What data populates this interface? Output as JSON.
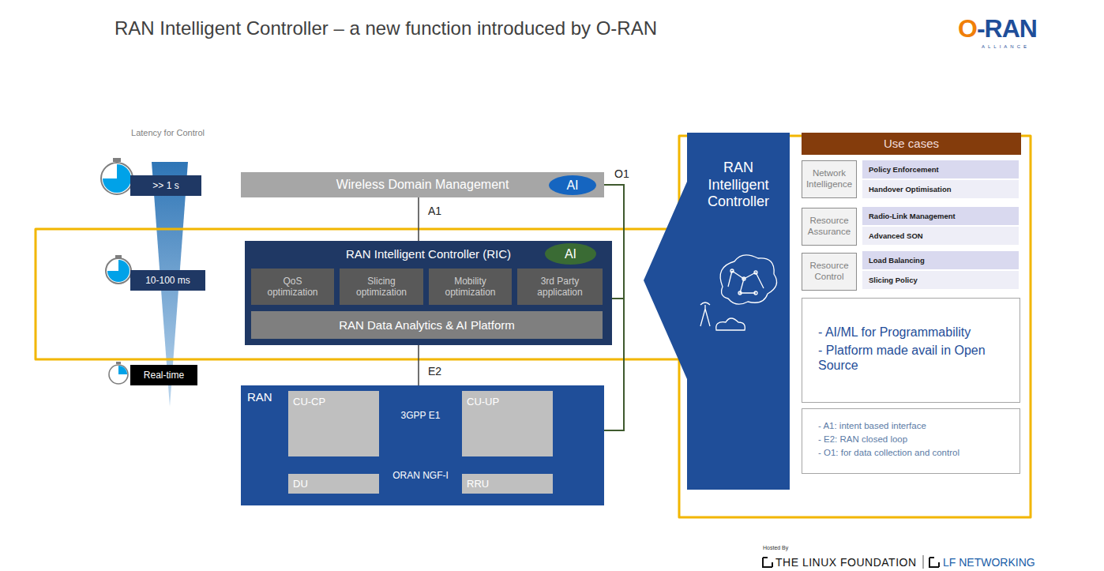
{
  "diagram": {
    "title": "RAN Intelligent Controller – a new function introduced by O-RAN",
    "nodes": [
      {
        "text": [
          "Wireless Domain Management"
        ]
      },
      {
        "text": [
          "AI"
        ],
        "in": 0
      },
      {
        "text": [
          "RAN Intelligent Controller (RIC)"
        ]
      },
      {
        "text": [
          "AI"
        ],
        "in": 2
      },
      {
        "text": [
          "QoS optimization"
        ],
        "in": 2
      },
      {
        "text": [
          "Slicing optimization"
        ],
        "in": 2
      },
      {
        "text": [
          "Mobility optimization"
        ],
        "in": 2
      },
      {
        "text": [
          "3rd Party application"
        ],
        "in": 2
      },
      {
        "text": [
          "RAN Data Analytics & AI Platform"
        ],
        "in": 2
      },
      {
        "text": [
          "RAN"
        ]
      },
      {
        "text": [
          "CU-CP"
        ],
        "in": 9
      },
      {
        "text": [
          "CU-UP"
        ],
        "in": 9
      },
      {
        "text": [
          "DU"
        ],
        "in": 9
      },
      {
        "text": [
          "RRU"
        ],
        "in": 9
      },
      {
        "text": [
          "RAN Intelligent Controller"
        ]
      },
      {
        "text": [
          "Use cases"
        ]
      },
      {
        "text": [
          "Network Intelligence"
        ]
      },
      {
        "text": [
          "Policy Enforcement"
        ]
      },
      {
        "text": [
          "Handover Optimisation"
        ]
      },
      {
        "text": [
          "Resource Assurance"
        ]
      },
      {
        "text": [
          "Radio-Link Management"
        ]
      },
      {
        "text": [
          "Advanced SON"
        ]
      },
      {
        "text": [
          "Resource Control"
        ]
      },
      {
        "text": [
          "Load Balancing"
        ]
      },
      {
        "text": [
          "Slicing Policy"
        ]
      },
      {
        "text": [
          "- AI/ML for Programmability",
          "- Platform made avail in Open Source"
        ]
      },
      {
        "text": [
          "- A1: intent based interface",
          "- E2: RAN closed loop",
          "- O1: for data collection and control"
        ]
      },
      {
        "text": [
          ">> 1 s"
        ]
      },
      {
        "text": [
          "10-100 ms"
        ]
      },
      {
        "text": [
          "Real-time"
        ]
      }
    ],
    "edges": [
      {
        "from": 0,
        "to": 2,
        "label": "A1",
        "arrow": "none"
      },
      {
        "from": 0,
        "to": 2,
        "label": "O1",
        "arrow": "none"
      },
      {
        "from": 0,
        "to": 9,
        "arrow": "none"
      },
      {
        "from": 2,
        "to": 9,
        "label": "E2",
        "arrow": "none"
      },
      {
        "from": 10,
        "to": 11,
        "label": "3GPP E1",
        "arrow": "none"
      },
      {
        "from": 12,
        "to": 13,
        "label": "ORAN NGF-I",
        "arrow": "none"
      }
    ],
    "labels": [
      "O-RAN",
      "ALLIANCE",
      "Latency for Control",
      "Hosted By",
      "THE LINUX FOUNDATION",
      "LF NETWORKING"
    ]
  }
}
